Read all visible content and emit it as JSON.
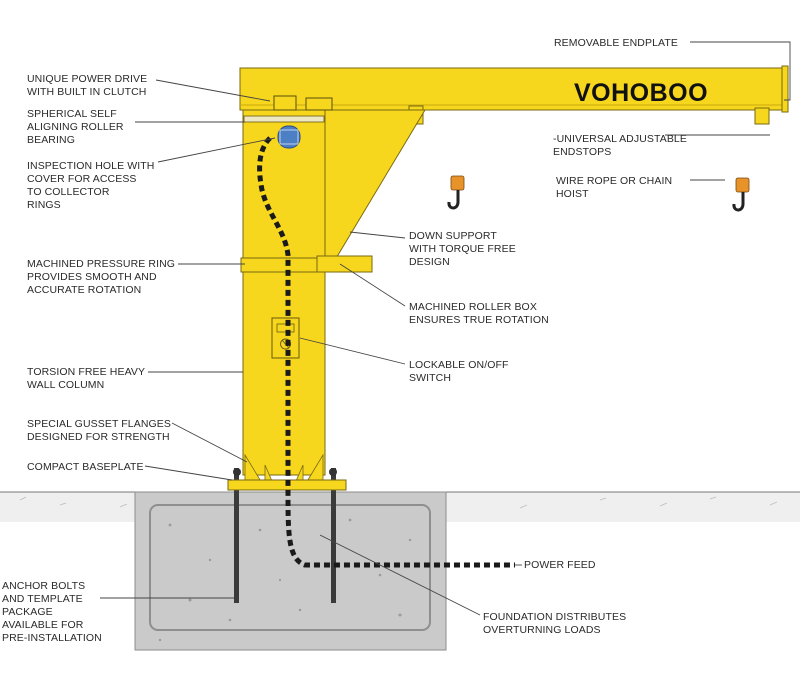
{
  "brand": "VOHOBOO",
  "colors": {
    "crane_yellow": "#f6d71d",
    "crane_outline": "#7a6a10",
    "concrete": "#c9c9c7",
    "cable": "#1a1a1a",
    "leader": "#444444"
  },
  "labels": {
    "removable_endplate": "REMOVABLE ENDPLATE",
    "power_drive": "UNIQUE POWER DRIVE\nWITH BUILT IN CLUTCH",
    "bearing": "SPHERICAL SELF\nALIGNING ROLLER\nBEARING",
    "inspection_hole": "INSPECTION HOLE WITH\nCOVER FOR ACCESS\nTO COLLECTOR\nRINGS",
    "endstops": "-UNIVERSAL ADJUSTABLE\nENDSTOPS",
    "hoist": "WIRE ROPE OR CHAIN\nHOIST",
    "down_support": "DOWN SUPPORT\nWITH TORQUE FREE\nDESIGN",
    "pressure_ring": "MACHINED PRESSURE RING\nPROVIDES SMOOTH AND\nACCURATE ROTATION",
    "roller_box": "MACHINED ROLLER BOX\nENSURES TRUE ROTATION",
    "switch": "LOCKABLE ON/OFF\nSWITCH",
    "column": "TORSION FREE HEAVY\nWALL COLUMN",
    "gusset": "SPECIAL GUSSET FLANGES\nDESIGNED FOR STRENGTH",
    "baseplate": "COMPACT BASEPLATE",
    "power_feed": "POWER FEED",
    "anchor_bolts": "ANCHOR BOLTS\nAND TEMPLATE\nPACKAGE\nAVAILABLE FOR\nPRE-INSTALLATION",
    "foundation": "FOUNDATION DISTRIBUTES\nOVERTURNING LOADS"
  }
}
